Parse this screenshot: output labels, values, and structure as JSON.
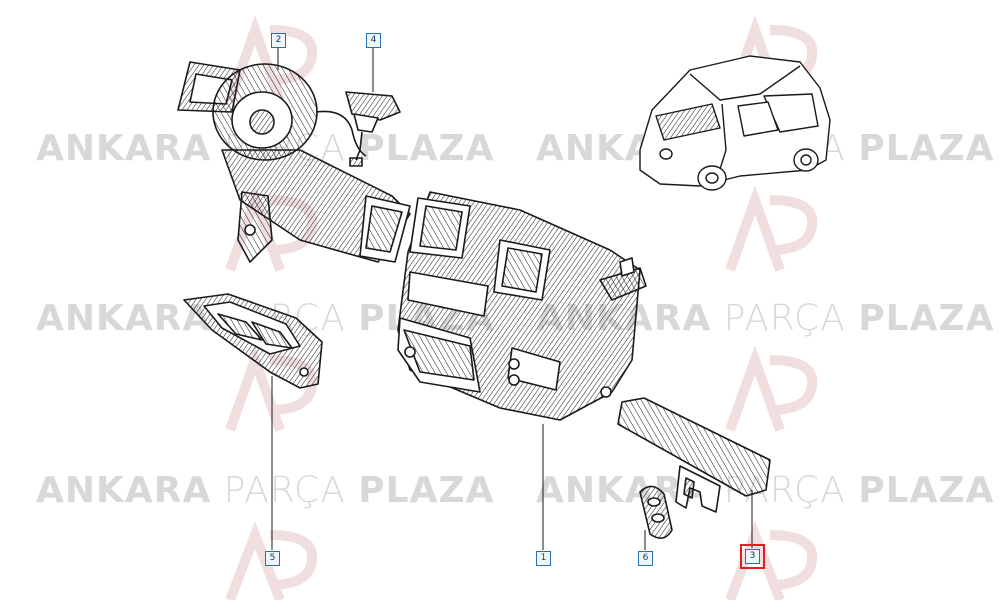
{
  "watermark": {
    "word1": "ANKARA",
    "word2": "PARÇA",
    "word3": "PLAZA"
  },
  "callouts": [
    {
      "id": "c2",
      "label": "2",
      "highlighted": false
    },
    {
      "id": "c4",
      "label": "4",
      "highlighted": false
    },
    {
      "id": "c5",
      "label": "5",
      "highlighted": false
    },
    {
      "id": "c1",
      "label": "1",
      "highlighted": false
    },
    {
      "id": "c6",
      "label": "6",
      "highlighted": false
    },
    {
      "id": "c3",
      "label": "3",
      "highlighted": true
    }
  ],
  "colors": {
    "line": "#1a1a1a",
    "callout_border": "#2a6fb0",
    "highlight": "#e02020",
    "watermark": "#d8d8d8",
    "logo": "#f1dede"
  }
}
